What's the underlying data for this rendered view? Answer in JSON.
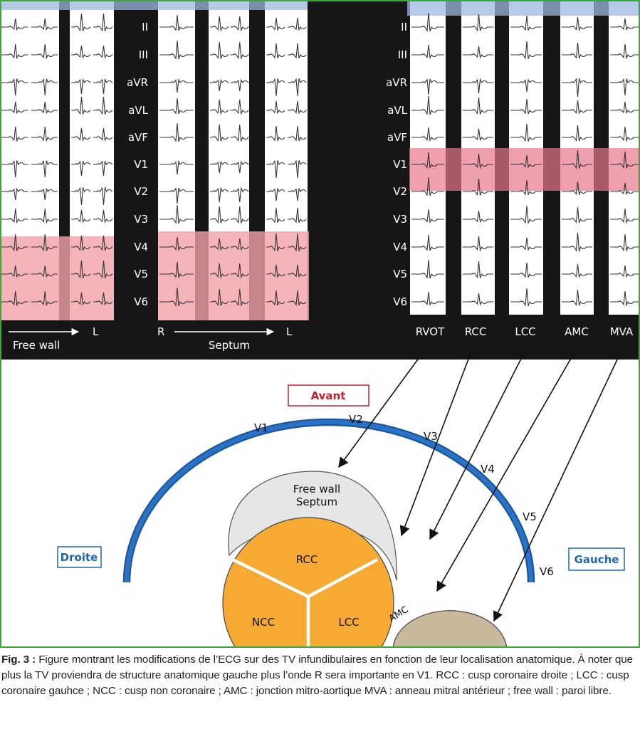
{
  "leads": [
    "II",
    "III",
    "aVR",
    "aVL",
    "aVF",
    "V1",
    "V2",
    "V3",
    "V4",
    "V5",
    "V6"
  ],
  "left_panel": {
    "l_label": "L",
    "r_label": "R",
    "free_wall": "Free wall",
    "septum": "Septum",
    "septum_l": "L"
  },
  "right_panel": {
    "columns": [
      "RVOT",
      "RCC",
      "LCC",
      "AMC",
      "MVA"
    ]
  },
  "diagram": {
    "front": "Avant",
    "right_side": "Droite",
    "left_side": "Gauche",
    "precordial": [
      "V1",
      "V2",
      "V3",
      "V4",
      "V5",
      "V6"
    ],
    "free_wall_line1": "Free wall",
    "free_wall_line2": "Septum",
    "rcc": "RCC",
    "ncc": "NCC",
    "lcc": "LCC",
    "amc": "AMC"
  },
  "colors": {
    "frame_green": "#3aaa35",
    "front_red": "#c8202f",
    "side_blue": "#1f67b1",
    "arc_blue": "#2166b3",
    "valve_orange": "#f6aa33",
    "mitral_tan": "#c9b99c",
    "highlight_pink": "#f4a3ab",
    "highlight_blue": "#7fa6d6"
  },
  "caption": {
    "fig_label": "Fig. 3 :",
    "text": " Figure montrant les modifications de l’ECG sur des TV infundibulaires en fonction de leur localisation anatomique. À noter que plus la TV proviendra de structure anatomique gauche plus l’onde R sera importante en V1. RCC : cusp coronaire droite ; LCC : cusp coronaire gauhce ; NCC : cusp non coronaire ; AMC : jonction mitro-aortique MVA : anneau mitral antérieur ; free wall : paroi libre."
  }
}
